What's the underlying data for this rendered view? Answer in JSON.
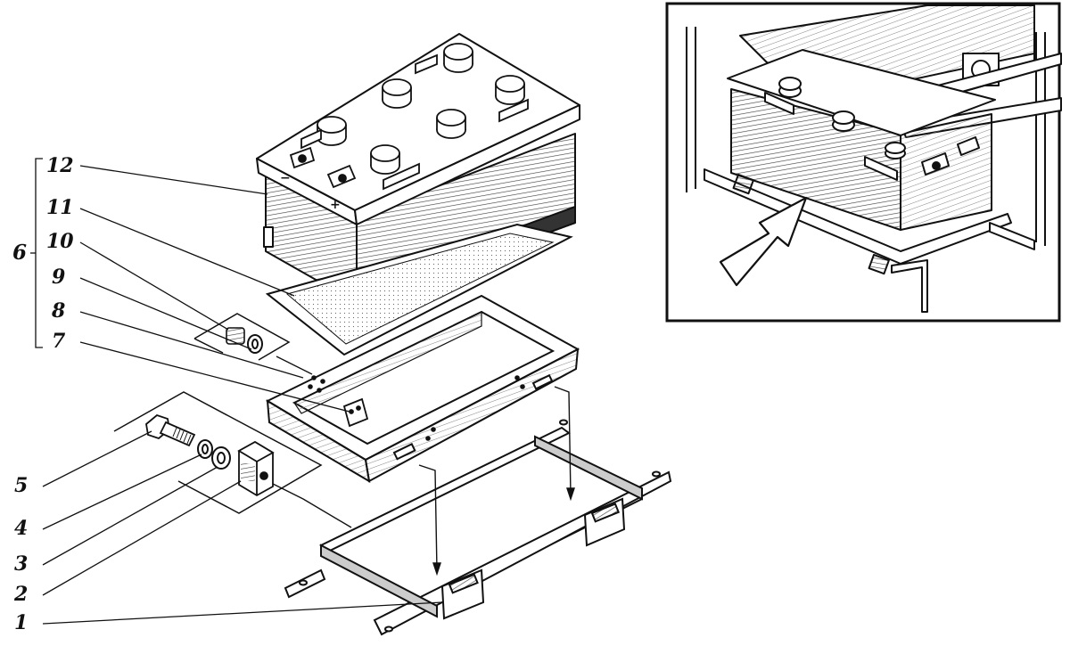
{
  "figure": {
    "callouts": [
      {
        "id": "c12",
        "text": "12"
      },
      {
        "id": "c11",
        "text": "11"
      },
      {
        "id": "c10",
        "text": "10"
      },
      {
        "id": "c9",
        "text": "9"
      },
      {
        "id": "c8",
        "text": "8"
      },
      {
        "id": "c7",
        "text": "7"
      },
      {
        "id": "c6",
        "text": "6"
      },
      {
        "id": "c5",
        "text": "5"
      },
      {
        "id": "c4",
        "text": "4"
      },
      {
        "id": "c3",
        "text": "3"
      },
      {
        "id": "c2",
        "text": "2"
      },
      {
        "id": "c1",
        "text": "1"
      }
    ],
    "battery_terminal_signs": {
      "minus": "−",
      "plus": "+"
    }
  },
  "colors": {
    "ink": "#111111",
    "hatch": "#555555",
    "paper": "#ffffff"
  }
}
